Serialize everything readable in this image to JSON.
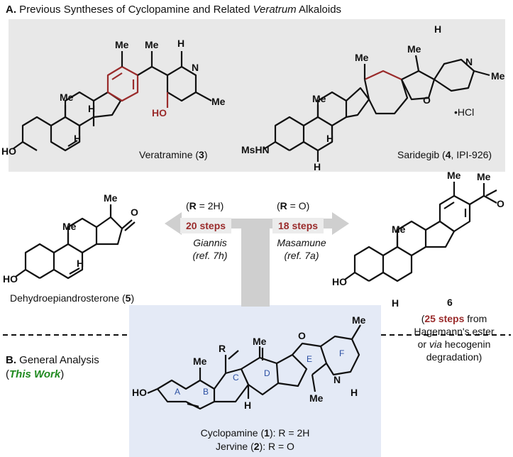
{
  "panel_a": {
    "letter": "A.",
    "title_start": "Previous Syntheses of Cyclopamine and Related ",
    "title_italic": "Veratrum",
    "title_end": " Alkaloids",
    "veratramine": {
      "name": "Veratramine (",
      "num": "3",
      "close": ")"
    },
    "saridegib": {
      "name": "Saridegib (",
      "num": "4",
      "rest": ", IPI-926)"
    },
    "hcl": "•HCl"
  },
  "routes": {
    "left": {
      "r": "R",
      "cond": " = 2H)",
      "open": "(",
      "steps": "20 steps",
      "author": "Giannis",
      "ref": "(ref. 7h)"
    },
    "right": {
      "r": "R",
      "cond": " = O)",
      "open": "(",
      "steps": "18 steps",
      "author": "Masamune",
      "ref": "(ref. 7a)"
    }
  },
  "dhea": {
    "name": "Dehydroepiandrosterone (",
    "num": "5",
    "close": ")"
  },
  "cmpd6": {
    "num": "6",
    "open": "(",
    "steps": "25 steps",
    "line1_rest": " from",
    "line2": "Hagemann's ester",
    "line3_pre": "or ",
    "line3_it": "via",
    "line3_post": " hecogenin",
    "line4": "degradation)"
  },
  "panel_b": {
    "letter": "B.",
    "title": " General Analysis",
    "open": "(",
    "this_work": "This Work",
    "close": ")",
    "cyclopamine": {
      "name": "Cyclopamine (",
      "num": "1",
      "rest": "): R = 2H"
    },
    "jervine": {
      "name": "Jervine (",
      "num": "2",
      "rest": "): R = O"
    }
  },
  "atoms": {
    "H": "H",
    "Me": "Me",
    "HO": "HO",
    "O": "O",
    "N": "N",
    "MsHN": "MsHN",
    "R": "R",
    "rings": [
      "A",
      "B",
      "C",
      "D",
      "E",
      "F"
    ]
  },
  "colors": {
    "highlight": "#9a2b2b",
    "accent_green": "#1f8a1f",
    "panel_a_bg": "#e8e8e8",
    "panel_b_bg": "#e4eaf6",
    "ring_label": "#2a4fa3"
  }
}
